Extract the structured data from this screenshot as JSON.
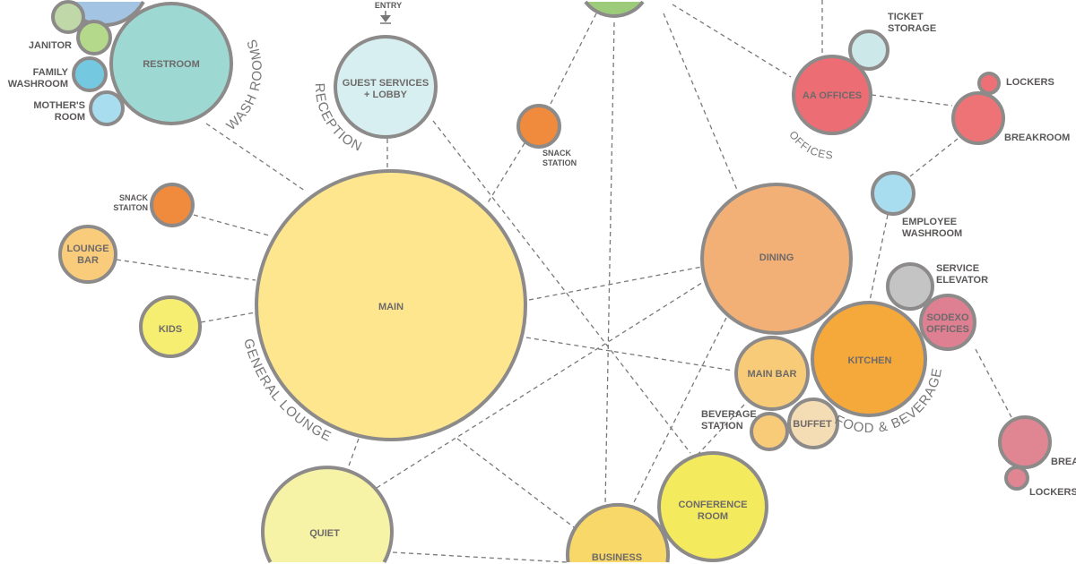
{
  "entry": "ENTRY",
  "groups": {
    "wash_rooms": "WASH ROOMS",
    "reception": "RECEPTION",
    "general_lounge": "GENERAL LOUNGE",
    "offices": "OFFICES",
    "food_beverage": "FOOD & BEVERAGE"
  },
  "spaces": {
    "restroom": "RESTROOM",
    "janitor": "JANITOR",
    "family_washroom": [
      "FAMILY",
      "WASHROOM"
    ],
    "mothers_room": [
      "MOTHER'S",
      "ROOM"
    ],
    "guest_services": [
      "GUEST SERVICES",
      "+ LOBBY"
    ],
    "snack_station_top": [
      "SNACK",
      "STATION"
    ],
    "snack_station_left": [
      "SNACK",
      "STAITON"
    ],
    "lounge_bar": [
      "LOUNGE",
      "BAR"
    ],
    "kids": "KIDS",
    "main": "MAIN",
    "quiet": "QUIET",
    "business": "BUSINESS",
    "conference_room": [
      "CONFERENCE",
      "ROOM"
    ],
    "aa_offices": "AA OFFICES",
    "ticket_storage": [
      "TICKET",
      "STORAGE"
    ],
    "lockers_top": "LOCKERS",
    "breakroom_top": "BREAKROOM",
    "employee_washroom": [
      "EMPLOYEE",
      "WASHROOM"
    ],
    "dining": "DINING",
    "service_elevator": [
      "SERVICE",
      "ELEVATOR"
    ],
    "sodexo_offices": [
      "SODEXO",
      "OFFICES"
    ],
    "kitchen": "KITCHEN",
    "main_bar": "MAIN BAR",
    "beverage_station": [
      "BEVERAGE",
      "STATION"
    ],
    "buffet": "BUFFET",
    "breakroom_bottom": "BREA",
    "lockers_bottom": "LOCKERS"
  },
  "colors": {
    "stroke": "#8d8a8a",
    "restroom": "#9dd8d2",
    "main": "#fde68e",
    "dining": "#f2b076",
    "kitchen": "#f6a93b",
    "aa_offices": "#ed6d75"
  }
}
